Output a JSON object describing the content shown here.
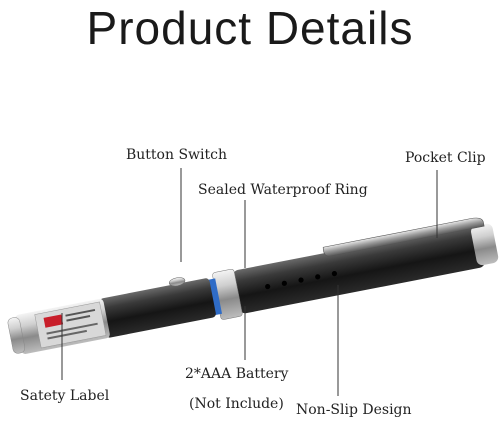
{
  "title": "Product Details",
  "labels": {
    "button_switch": "Button Switch",
    "sealed_ring": "Sealed Waterproof Ring",
    "pocket_clip": "Pocket Clip",
    "safety_label": "Satety Label",
    "battery_line1": "2*AAA Battery",
    "battery_line2": "(Not Include)",
    "non_slip": "Non-Slip Design"
  }
}
